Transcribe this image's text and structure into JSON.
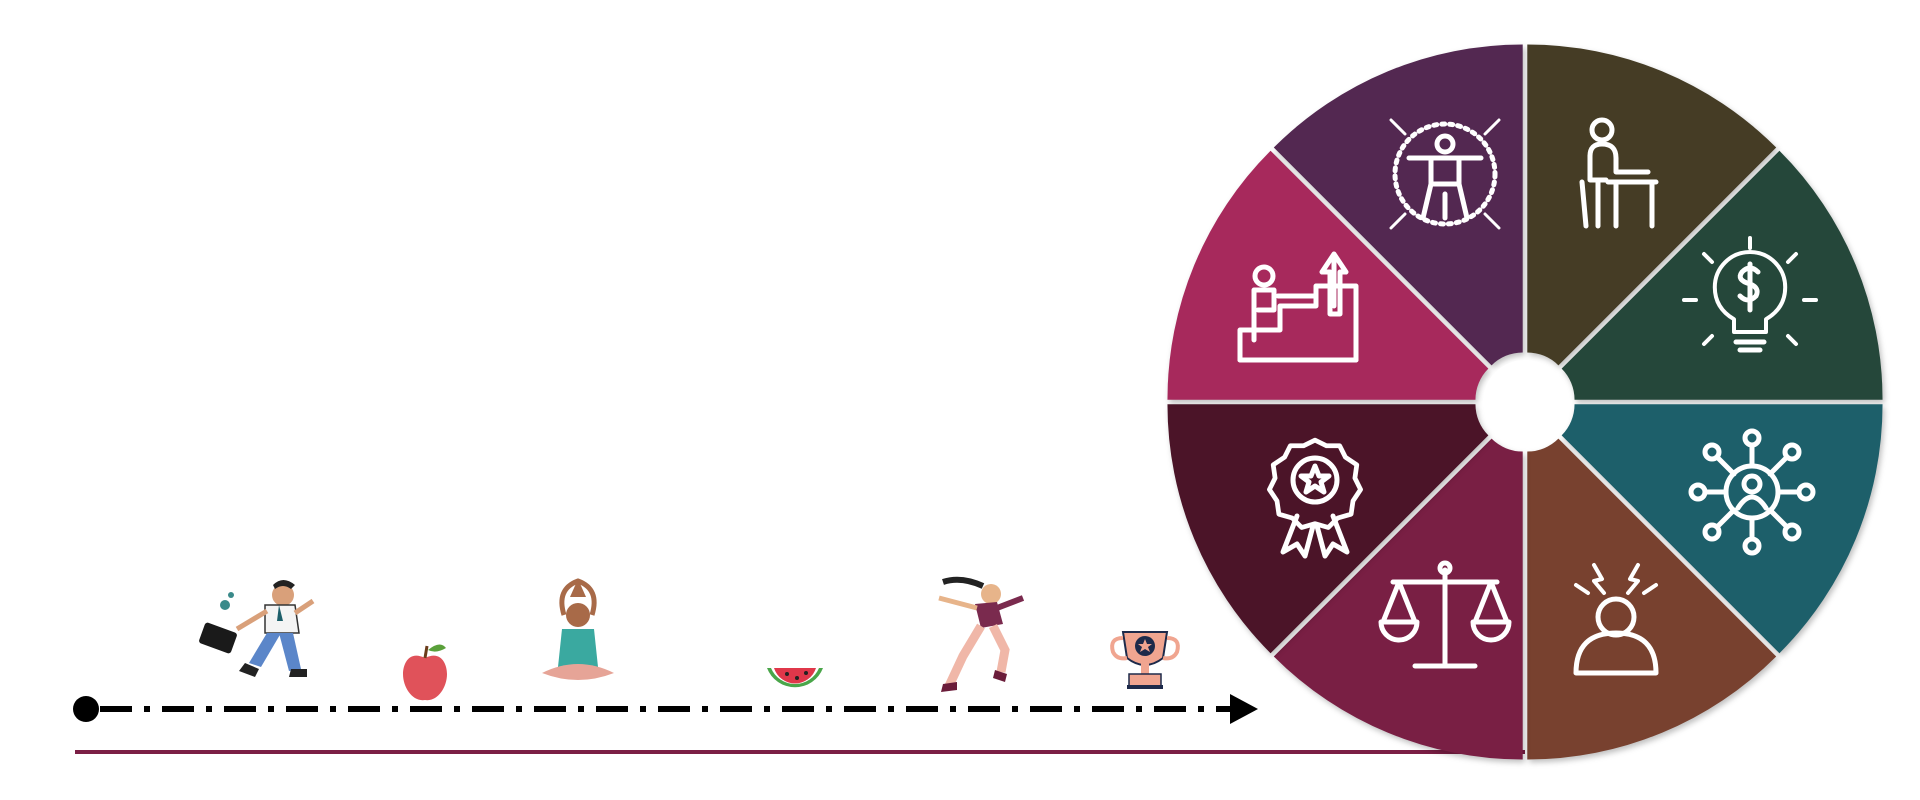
{
  "colors": {
    "baseline": "#7b1f45",
    "dash": "#000000",
    "icon_stroke": "#ffffff"
  },
  "timeline": {
    "start_marker_icon": "circle-dot-icon",
    "end_marker_icon": "arrow-head-icon",
    "figures": [
      {
        "name": "businessman-running-figure"
      },
      {
        "name": "apple-icon"
      },
      {
        "name": "meditating-person-figure"
      },
      {
        "name": "watermelon-slice-icon"
      },
      {
        "name": "woman-sprinting-figure"
      },
      {
        "name": "trophy-icon"
      }
    ]
  },
  "wheel": {
    "segments": [
      {
        "icon": "vitruvian-body-icon",
        "color": "#532851"
      },
      {
        "icon": "person-at-desk-icon",
        "color": "#453c25"
      },
      {
        "icon": "lightbulb-dollar-icon",
        "color": "#25473a"
      },
      {
        "icon": "network-person-icon",
        "color": "#1d5f6a"
      },
      {
        "icon": "stressed-person-icon",
        "color": "#78412f"
      },
      {
        "icon": "balance-scale-icon",
        "color": "#791f44"
      },
      {
        "icon": "award-ribbon-icon",
        "color": "#4b1428"
      },
      {
        "icon": "steps-growth-icon",
        "color": "#a7295c"
      }
    ]
  }
}
